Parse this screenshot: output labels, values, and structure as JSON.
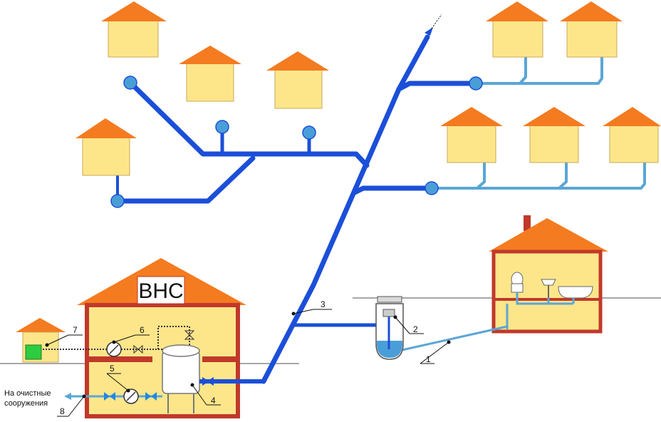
{
  "station": {
    "title": "ВНС"
  },
  "outlet": {
    "line1": "На очистные",
    "line2": "сооружения"
  },
  "callouts": [
    {
      "num": "1"
    },
    {
      "num": "2"
    },
    {
      "num": "3"
    },
    {
      "num": "4"
    },
    {
      "num": "5"
    },
    {
      "num": "6"
    },
    {
      "num": "7"
    },
    {
      "num": "8"
    }
  ],
  "colors": {
    "roof": "#f47b20",
    "wall": "#fde68a",
    "outline": "#c0392b",
    "main_pipe": "#1b4fd8",
    "branch_pipe": "#5aa6d6",
    "valve": "#1e88e5"
  }
}
